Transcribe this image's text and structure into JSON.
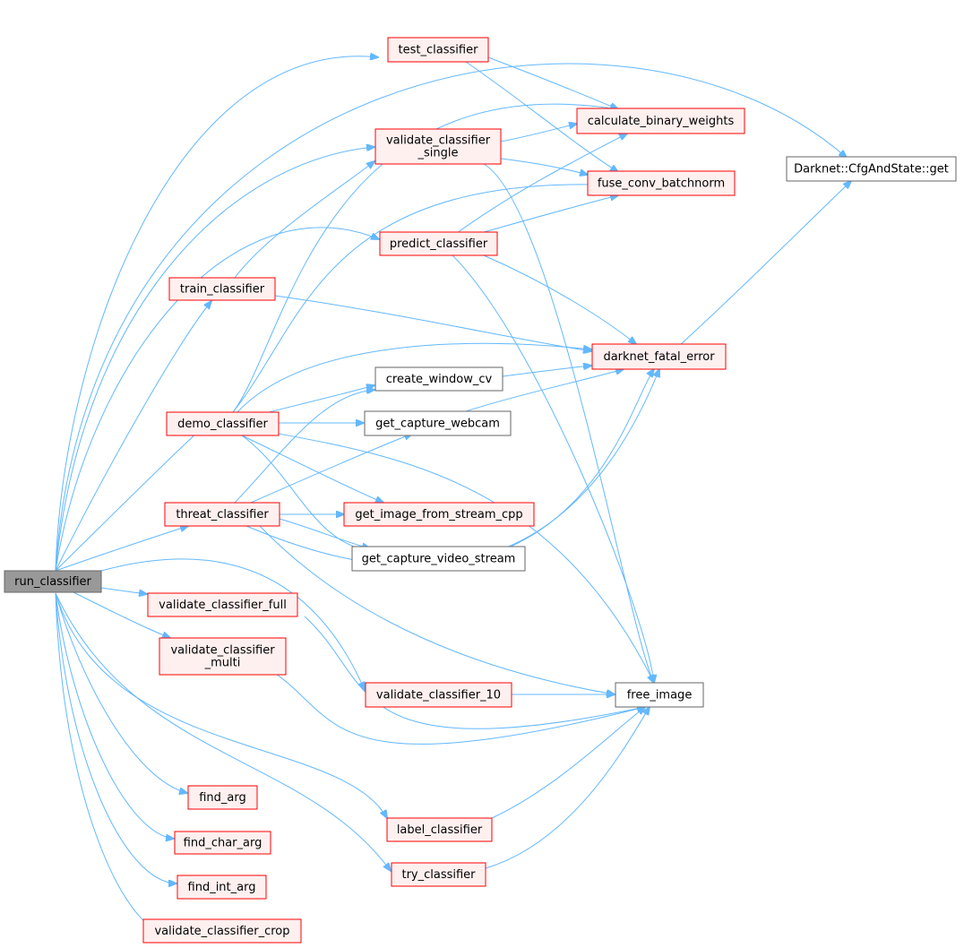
{
  "colors": {
    "root_fill": "#999999",
    "root_stroke": "#666666",
    "red_fill": "#fff0f0",
    "red_stroke": "#ff0000",
    "plain_fill": "#ffffff",
    "plain_stroke": "#666666",
    "edge": "#63b8ff"
  },
  "nodes": [
    {
      "id": "run_classifier",
      "lines": [
        "run_classifier"
      ],
      "style": "root"
    },
    {
      "id": "test_classifier",
      "lines": [
        "test_classifier"
      ],
      "style": "red"
    },
    {
      "id": "validate_classifier_single",
      "lines": [
        "validate_classifier",
        "_single"
      ],
      "style": "red"
    },
    {
      "id": "predict_classifier",
      "lines": [
        "predict_classifier"
      ],
      "style": "red"
    },
    {
      "id": "train_classifier",
      "lines": [
        "train_classifier"
      ],
      "style": "red"
    },
    {
      "id": "demo_classifier",
      "lines": [
        "demo_classifier"
      ],
      "style": "red"
    },
    {
      "id": "threat_classifier",
      "lines": [
        "threat_classifier"
      ],
      "style": "red"
    },
    {
      "id": "validate_classifier_full",
      "lines": [
        "validate_classifier_full"
      ],
      "style": "red"
    },
    {
      "id": "validate_classifier_multi",
      "lines": [
        "validate_classifier",
        "_multi"
      ],
      "style": "red"
    },
    {
      "id": "validate_classifier_10",
      "lines": [
        "validate_classifier_10"
      ],
      "style": "red"
    },
    {
      "id": "find_arg",
      "lines": [
        "find_arg"
      ],
      "style": "red"
    },
    {
      "id": "find_char_arg",
      "lines": [
        "find_char_arg"
      ],
      "style": "red"
    },
    {
      "id": "find_int_arg",
      "lines": [
        "find_int_arg"
      ],
      "style": "red"
    },
    {
      "id": "validate_classifier_crop",
      "lines": [
        "validate_classifier_crop"
      ],
      "style": "red"
    },
    {
      "id": "label_classifier",
      "lines": [
        "label_classifier"
      ],
      "style": "red"
    },
    {
      "id": "try_classifier",
      "lines": [
        "try_classifier"
      ],
      "style": "red"
    },
    {
      "id": "calculate_binary_weights",
      "lines": [
        "calculate_binary_weights"
      ],
      "style": "red"
    },
    {
      "id": "fuse_conv_batchnorm",
      "lines": [
        "fuse_conv_batchnorm"
      ],
      "style": "red"
    },
    {
      "id": "cfg_get",
      "lines": [
        "Darknet::CfgAndState::get"
      ],
      "style": "plain"
    },
    {
      "id": "darknet_fatal_error",
      "lines": [
        "darknet_fatal_error"
      ],
      "style": "red"
    },
    {
      "id": "create_window_cv",
      "lines": [
        "create_window_cv"
      ],
      "style": "plain"
    },
    {
      "id": "get_capture_webcam",
      "lines": [
        "get_capture_webcam"
      ],
      "style": "plain"
    },
    {
      "id": "get_image_from_stream_cpp",
      "lines": [
        "get_image_from_stream_cpp"
      ],
      "style": "red"
    },
    {
      "id": "get_capture_video_stream",
      "lines": [
        "get_capture_video_stream"
      ],
      "style": "plain"
    },
    {
      "id": "free_image",
      "lines": [
        "free_image"
      ],
      "style": "plain"
    }
  ],
  "edges": [
    {
      "from": "run_classifier",
      "to": "test_classifier"
    },
    {
      "from": "run_classifier",
      "to": "cfg_get"
    },
    {
      "from": "run_classifier",
      "to": "validate_classifier_single"
    },
    {
      "from": "run_classifier",
      "to": "predict_classifier"
    },
    {
      "from": "run_classifier",
      "to": "train_classifier"
    },
    {
      "from": "run_classifier",
      "to": "demo_classifier"
    },
    {
      "from": "run_classifier",
      "to": "threat_classifier"
    },
    {
      "from": "run_classifier",
      "to": "validate_classifier_full"
    },
    {
      "from": "run_classifier",
      "to": "validate_classifier_multi"
    },
    {
      "from": "run_classifier",
      "to": "validate_classifier_10"
    },
    {
      "from": "run_classifier",
      "to": "find_arg"
    },
    {
      "from": "run_classifier",
      "to": "find_char_arg"
    },
    {
      "from": "run_classifier",
      "to": "find_int_arg"
    },
    {
      "from": "run_classifier",
      "to": "validate_classifier_crop"
    },
    {
      "from": "run_classifier",
      "to": "label_classifier"
    },
    {
      "from": "run_classifier",
      "to": "try_classifier"
    },
    {
      "from": "test_classifier",
      "to": "calculate_binary_weights"
    },
    {
      "from": "test_classifier",
      "to": "fuse_conv_batchnorm"
    },
    {
      "from": "validate_classifier_single",
      "to": "calculate_binary_weights"
    },
    {
      "from": "validate_classifier_single",
      "to": "fuse_conv_batchnorm"
    },
    {
      "from": "validate_classifier_single",
      "to": "free_image"
    },
    {
      "from": "predict_classifier",
      "to": "calculate_binary_weights"
    },
    {
      "from": "predict_classifier",
      "to": "fuse_conv_batchnorm"
    },
    {
      "from": "predict_classifier",
      "to": "darknet_fatal_error"
    },
    {
      "from": "predict_classifier",
      "to": "free_image"
    },
    {
      "from": "train_classifier",
      "to": "validate_classifier_single"
    },
    {
      "from": "train_classifier",
      "to": "darknet_fatal_error"
    },
    {
      "from": "demo_classifier",
      "to": "calculate_binary_weights"
    },
    {
      "from": "demo_classifier",
      "to": "fuse_conv_batchnorm"
    },
    {
      "from": "demo_classifier",
      "to": "darknet_fatal_error"
    },
    {
      "from": "demo_classifier",
      "to": "create_window_cv"
    },
    {
      "from": "demo_classifier",
      "to": "get_capture_webcam"
    },
    {
      "from": "demo_classifier",
      "to": "get_image_from_stream_cpp"
    },
    {
      "from": "demo_classifier",
      "to": "get_capture_video_stream"
    },
    {
      "from": "demo_classifier",
      "to": "free_image"
    },
    {
      "from": "threat_classifier",
      "to": "create_window_cv"
    },
    {
      "from": "threat_classifier",
      "to": "get_capture_webcam"
    },
    {
      "from": "threat_classifier",
      "to": "get_image_from_stream_cpp"
    },
    {
      "from": "threat_classifier",
      "to": "get_capture_video_stream"
    },
    {
      "from": "threat_classifier",
      "to": "darknet_fatal_error"
    },
    {
      "from": "threat_classifier",
      "to": "free_image"
    },
    {
      "from": "darknet_fatal_error",
      "to": "cfg_get"
    },
    {
      "from": "create_window_cv",
      "to": "darknet_fatal_error"
    },
    {
      "from": "get_capture_webcam",
      "to": "darknet_fatal_error"
    },
    {
      "from": "get_capture_video_stream",
      "to": "darknet_fatal_error"
    },
    {
      "from": "validate_classifier_full",
      "to": "free_image"
    },
    {
      "from": "validate_classifier_multi",
      "to": "free_image"
    },
    {
      "from": "validate_classifier_10",
      "to": "free_image"
    },
    {
      "from": "label_classifier",
      "to": "free_image"
    },
    {
      "from": "try_classifier",
      "to": "free_image"
    }
  ]
}
